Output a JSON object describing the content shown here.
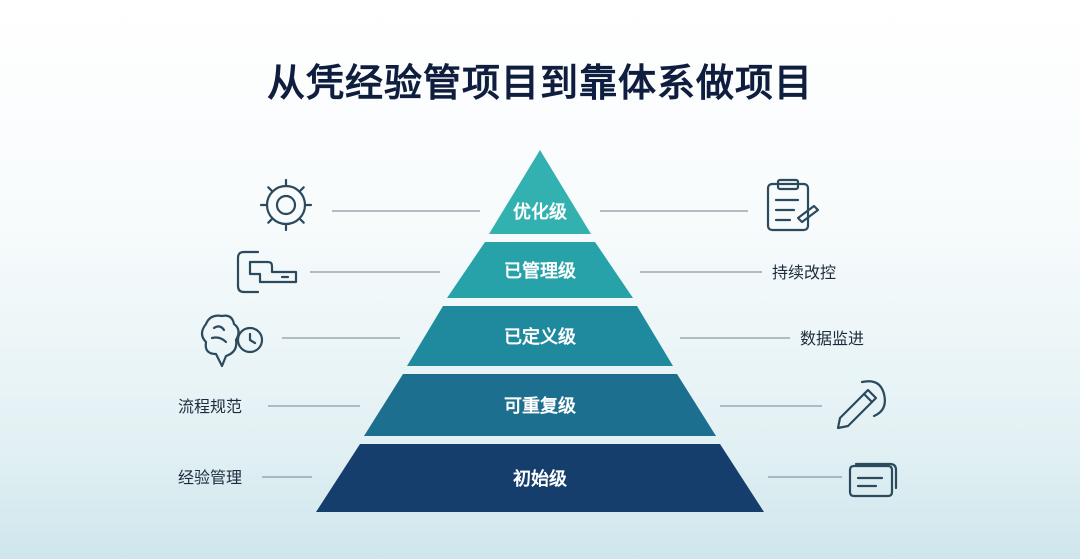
{
  "title": "从凭经验管项目到靠体系做项目",
  "pyramid": {
    "levels": [
      {
        "label": "优化级",
        "color": "#33b0b0"
      },
      {
        "label": "已管理级",
        "color": "#27a2a8"
      },
      {
        "label": "已定义级",
        "color": "#1f8a9d"
      },
      {
        "label": "可重复级",
        "color": "#1c6f8e"
      },
      {
        "label": "初始级",
        "color": "#163e6d"
      }
    ]
  },
  "right_labels": {
    "level2": "持续改控",
    "level3": "数据监进"
  },
  "left_labels": {
    "level4": "流程规范",
    "level5": "经验管理"
  },
  "icons": [
    "gear-icon",
    "clipboard-icon",
    "pipeline-icon",
    "brain-icon",
    "pencil-icon",
    "documents-icon"
  ]
}
